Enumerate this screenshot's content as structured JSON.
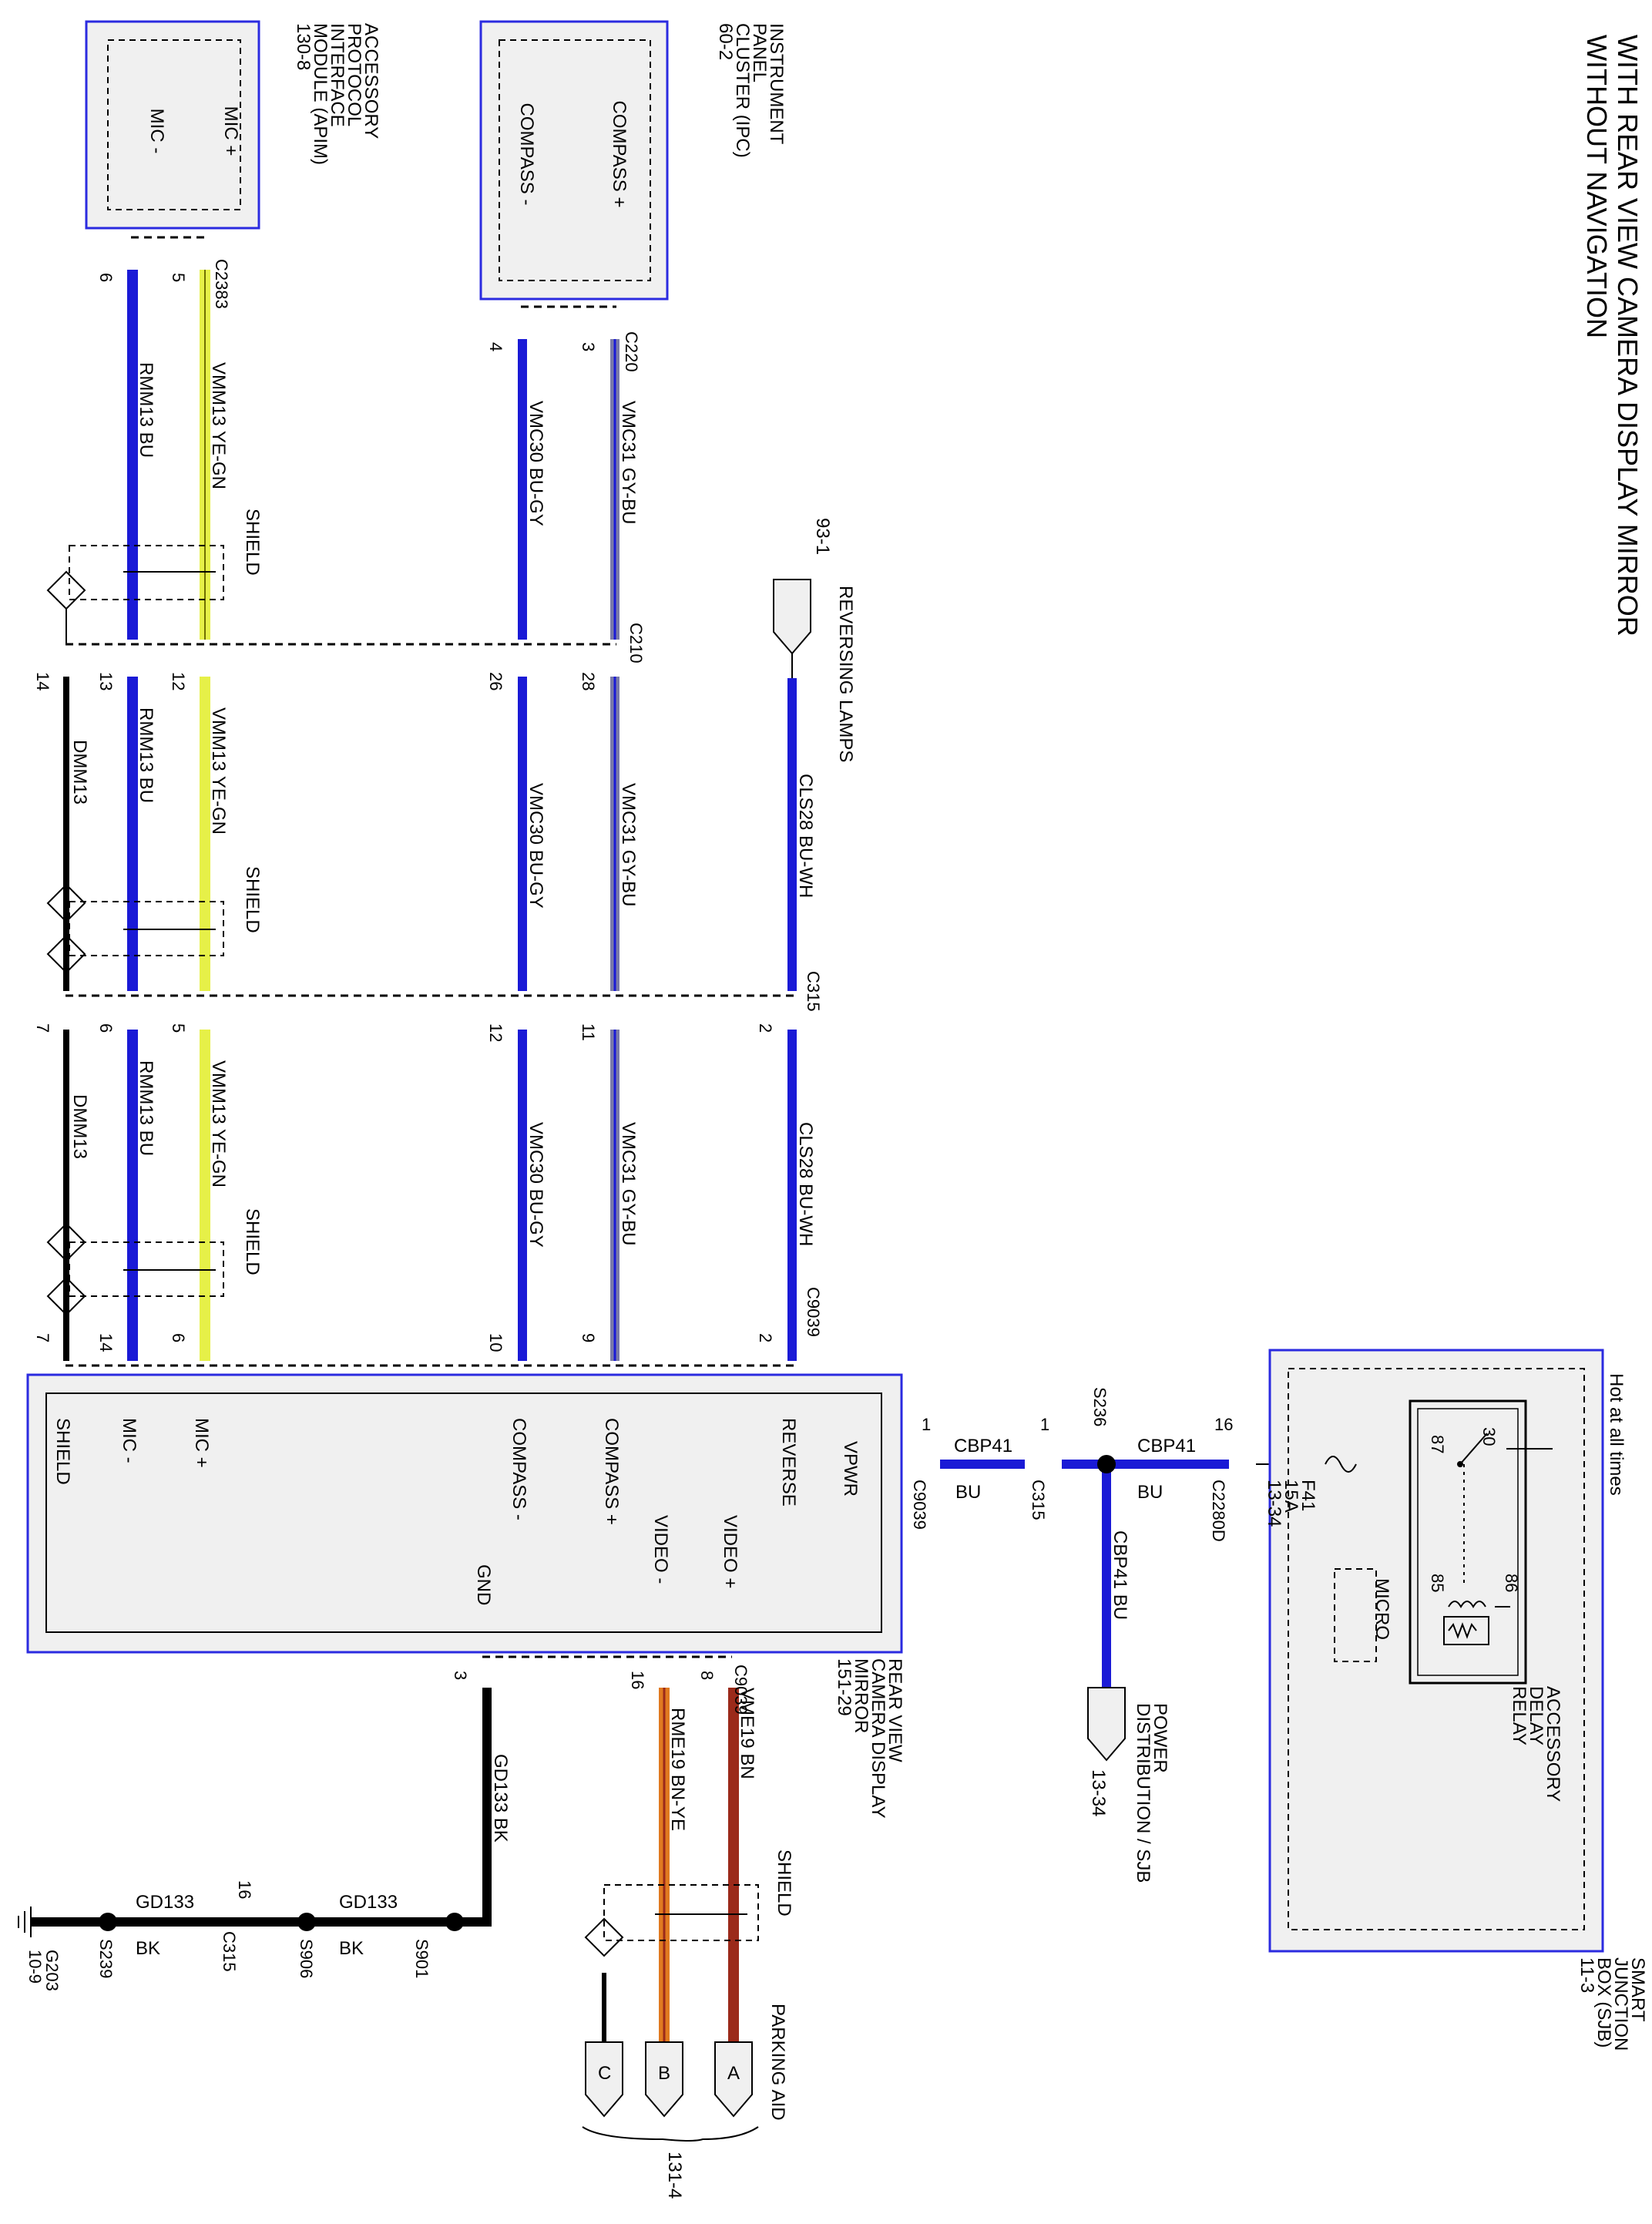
{
  "title": {
    "line1": "WITH REAR VIEW CAMERA DISPLAY MIRROR",
    "line2": "WITHOUT NAVIGATION"
  },
  "modules": {
    "apim": {
      "name": [
        "ACCESSORY",
        "PROTOCOL",
        "INTERFACE",
        "MODULE (APIM)",
        "130-8"
      ],
      "pins": [
        "MIC +",
        "MIC -"
      ]
    },
    "ipc": {
      "name": [
        "INSTRUMENT",
        "PANEL",
        "CLUSTER (IPC)",
        "60-2"
      ],
      "pins": [
        "COMPASS +",
        "COMPASS -"
      ]
    },
    "mirror": {
      "name": [
        "REAR VIEW",
        "CAMERA DISPLAY",
        "MIRROR",
        "151-29"
      ],
      "pins_top": [
        "VPWR",
        "REVERSE",
        "COMPASS +",
        "COMPASS -",
        "MIC +",
        "MIC -",
        "SHIELD"
      ],
      "pins_bottom": [
        "VIDEO +",
        "VIDEO -",
        "GND"
      ]
    },
    "sjb": {
      "name": [
        "SMART",
        "JUNCTION",
        "BOX (SJB)",
        "11-3"
      ],
      "hot": "Hot at all times",
      "relay": [
        "ACCESSORY",
        "DELAY",
        "RELAY"
      ],
      "relay_pins": [
        "30",
        "87",
        "85",
        "86"
      ],
      "micro": "MICRO",
      "fuse": [
        "F41",
        "15A",
        "13-34"
      ]
    }
  },
  "connectors": {
    "c2383": "C2383",
    "c220": "C220",
    "c210": "C210",
    "c315": "C315",
    "c9039": "C9039",
    "c2280d": "C2280D",
    "c9039b": "C9039",
    "s236": "S236",
    "s901": "S901",
    "s906": "S906",
    "s239": "S239",
    "g203": [
      "G203",
      "10-9"
    ],
    "c315b": "C315",
    "c9039c": "C9039"
  },
  "pins": {
    "apim": [
      "5",
      "6"
    ],
    "ipc": [
      "3",
      "4"
    ],
    "c210": [
      "12",
      "13",
      "14",
      "26",
      "28"
    ],
    "c315": [
      "5",
      "6",
      "7",
      "12",
      "11",
      "2"
    ],
    "c9039": [
      "6",
      "14",
      "7",
      "10",
      "9",
      "2"
    ],
    "vpwr": [
      "1",
      "1",
      "16"
    ],
    "bottom": [
      "8",
      "16",
      "3"
    ],
    "ground": [
      "16"
    ]
  },
  "wires": {
    "vmm13": "VMM13  YE-GN",
    "rmm13": "RMM13  BU",
    "dmm13": "DMM13",
    "vmc31": "VMC31  GY-BU",
    "vmc30": "VMC30  BU-GY",
    "cls28": "CLS28  BU-WH",
    "cbp41": "CBP41",
    "bu": "BU",
    "cbp41v": "CBP41  BU",
    "vme19": "VME19  BN",
    "rme19": "RME19  BN-YE",
    "gd133": "GD133",
    "bk": "BK",
    "gd133v": "GD133  BK"
  },
  "shield": "SHIELD",
  "reversing": [
    "REVERSING LAMPS",
    "93-1"
  ],
  "power_dist": [
    "POWER",
    "DISTRIBUTION / SJB",
    "13-34"
  ],
  "parking": {
    "label": "PARKING AID",
    "pins": [
      "A",
      "B",
      "C"
    ],
    "ref": "131-4"
  },
  "colors": {
    "blue": "#1a1ad6",
    "yellow": "#e6f048",
    "grayblue": "#7a7aa8",
    "brown": "#9b2a1a",
    "orange": "#e07a20",
    "black": "#000000"
  }
}
